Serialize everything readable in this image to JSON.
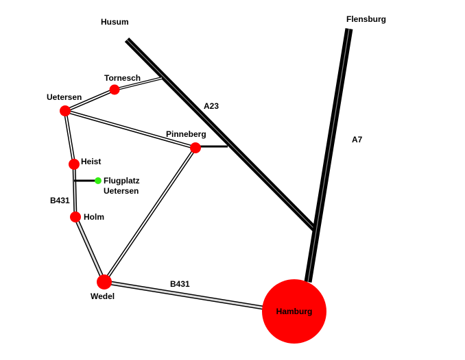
{
  "colors": {
    "background": "#ffffff",
    "city": "#ff0000",
    "airfield": "#33ee11",
    "road_casing": "#000000",
    "road_fill": "#ffffff",
    "secondary_fill": "#dddddd"
  },
  "places": {
    "husum": "Husum",
    "flensburg": "Flensburg",
    "tornesch": "Tornesch",
    "uetersen": "Uetersen",
    "pinneberg": "Pinneberg",
    "heist": "Heist",
    "flugplatz_line1": "Flugplatz",
    "flugplatz_line2": "Uetersen",
    "holm": "Holm",
    "wedel": "Wedel",
    "hamburg": "Hamburg"
  },
  "roads": {
    "a23": "A23",
    "a7": "A7",
    "b431_north": "B431",
    "b431_south": "B431"
  }
}
